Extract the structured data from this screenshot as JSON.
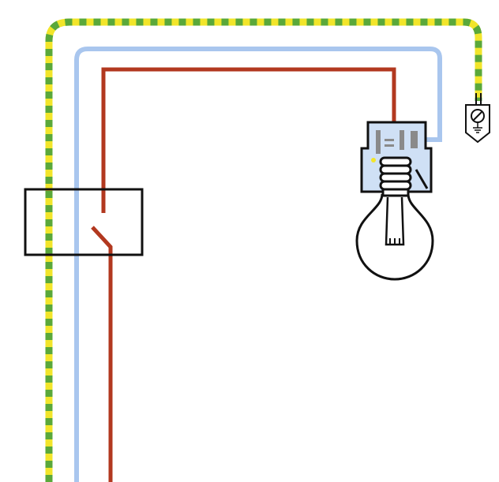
{
  "diagram": {
    "type": "wiring-diagram",
    "components": [
      {
        "id": "switch",
        "kind": "single-pole switch",
        "state": "open"
      },
      {
        "id": "lamp",
        "kind": "incandescent bulb in lamp socket"
      },
      {
        "id": "earth-terminal",
        "kind": "earth / ground terminal"
      }
    ],
    "wires": [
      {
        "id": "earth",
        "kind": "protective earth",
        "colors": [
          "#f2e52a",
          "#5aa83a"
        ]
      },
      {
        "id": "neutral",
        "kind": "neutral",
        "color": "#a9c6ee"
      },
      {
        "id": "phase",
        "kind": "phase / switched live",
        "color": "#b2381f"
      }
    ],
    "colors": {
      "outline": "#111111",
      "socket_fill": "#cfe0f5",
      "socket_parts": "#8a8a8a"
    }
  }
}
